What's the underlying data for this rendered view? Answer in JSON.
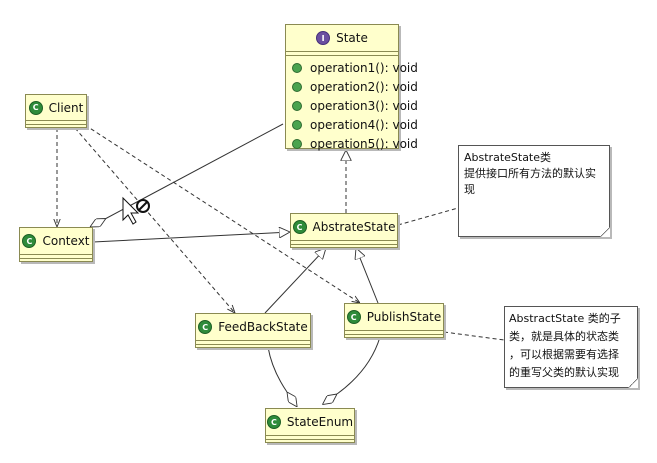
{
  "classes": {
    "state": {
      "name": "State",
      "badge": "I",
      "operations": [
        "operation1(): void",
        "operation2(): void",
        "operation3(): void",
        "operation4(): void",
        "operation5(): void"
      ]
    },
    "client": {
      "name": "Client",
      "badge": "C"
    },
    "context": {
      "name": "Context",
      "badge": "C"
    },
    "abstrate_state": {
      "name": "AbstrateState",
      "badge": "C"
    },
    "feedback_state": {
      "name": "FeedBackState",
      "badge": "C"
    },
    "publish_state": {
      "name": "PublishState",
      "badge": "C"
    },
    "state_enum": {
      "name": "StateEnum",
      "badge": "C"
    }
  },
  "notes": {
    "abstrate_note": {
      "lines": [
        "AbstrateState类",
        "提供接口所有方法的默认实",
        "现"
      ]
    },
    "subclass_note": {
      "lines": [
        "AbstractState 类的子",
        "类，就是具体的状态类",
        "，可以根据需要有选择",
        "的重写父类的默认实现"
      ]
    }
  }
}
